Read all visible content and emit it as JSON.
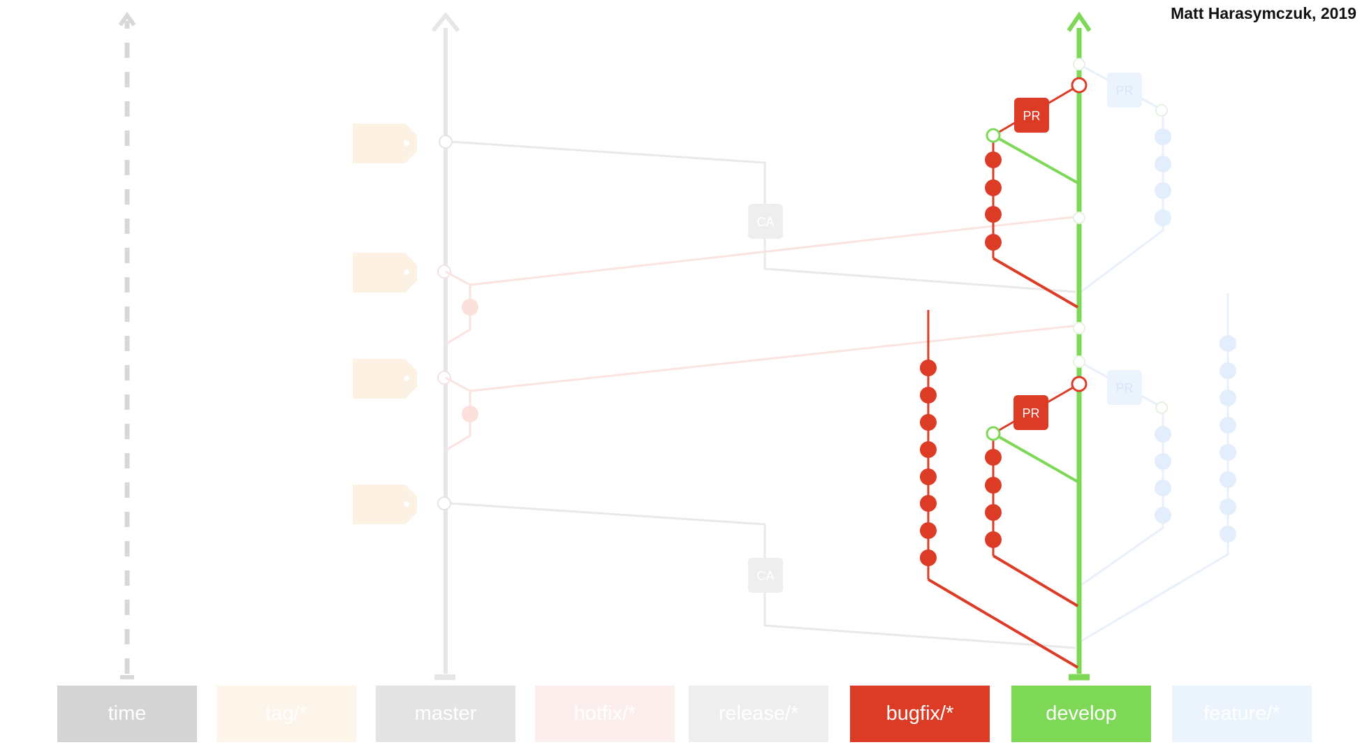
{
  "author": "Matt Harasymczuk, 2019",
  "legend": [
    {
      "label": "time",
      "color": "#d4d4d4"
    },
    {
      "label": "tag/*",
      "color": "#fdf4ea"
    },
    {
      "label": "master",
      "color": "#e3e3e3"
    },
    {
      "label": "hotfix/*",
      "color": "#fdeeee"
    },
    {
      "label": "release/*",
      "color": "#eeeeee"
    },
    {
      "label": "bugfix/*",
      "color": "#dc3b26"
    },
    {
      "label": "develop",
      "color": "#7dd856"
    },
    {
      "label": "feature/*",
      "color": "#ebf3fd"
    }
  ],
  "badges": {
    "pr": "PR",
    "ca": "CA"
  },
  "colors": {
    "bugfix": "#dc3b26",
    "develop": "#7dd856",
    "faded_gray": "#e4e4e4",
    "faded_tag": "#fdf1e4",
    "faded_hotfix": "#fbe0dc",
    "faded_feature": "#e3eefc"
  }
}
